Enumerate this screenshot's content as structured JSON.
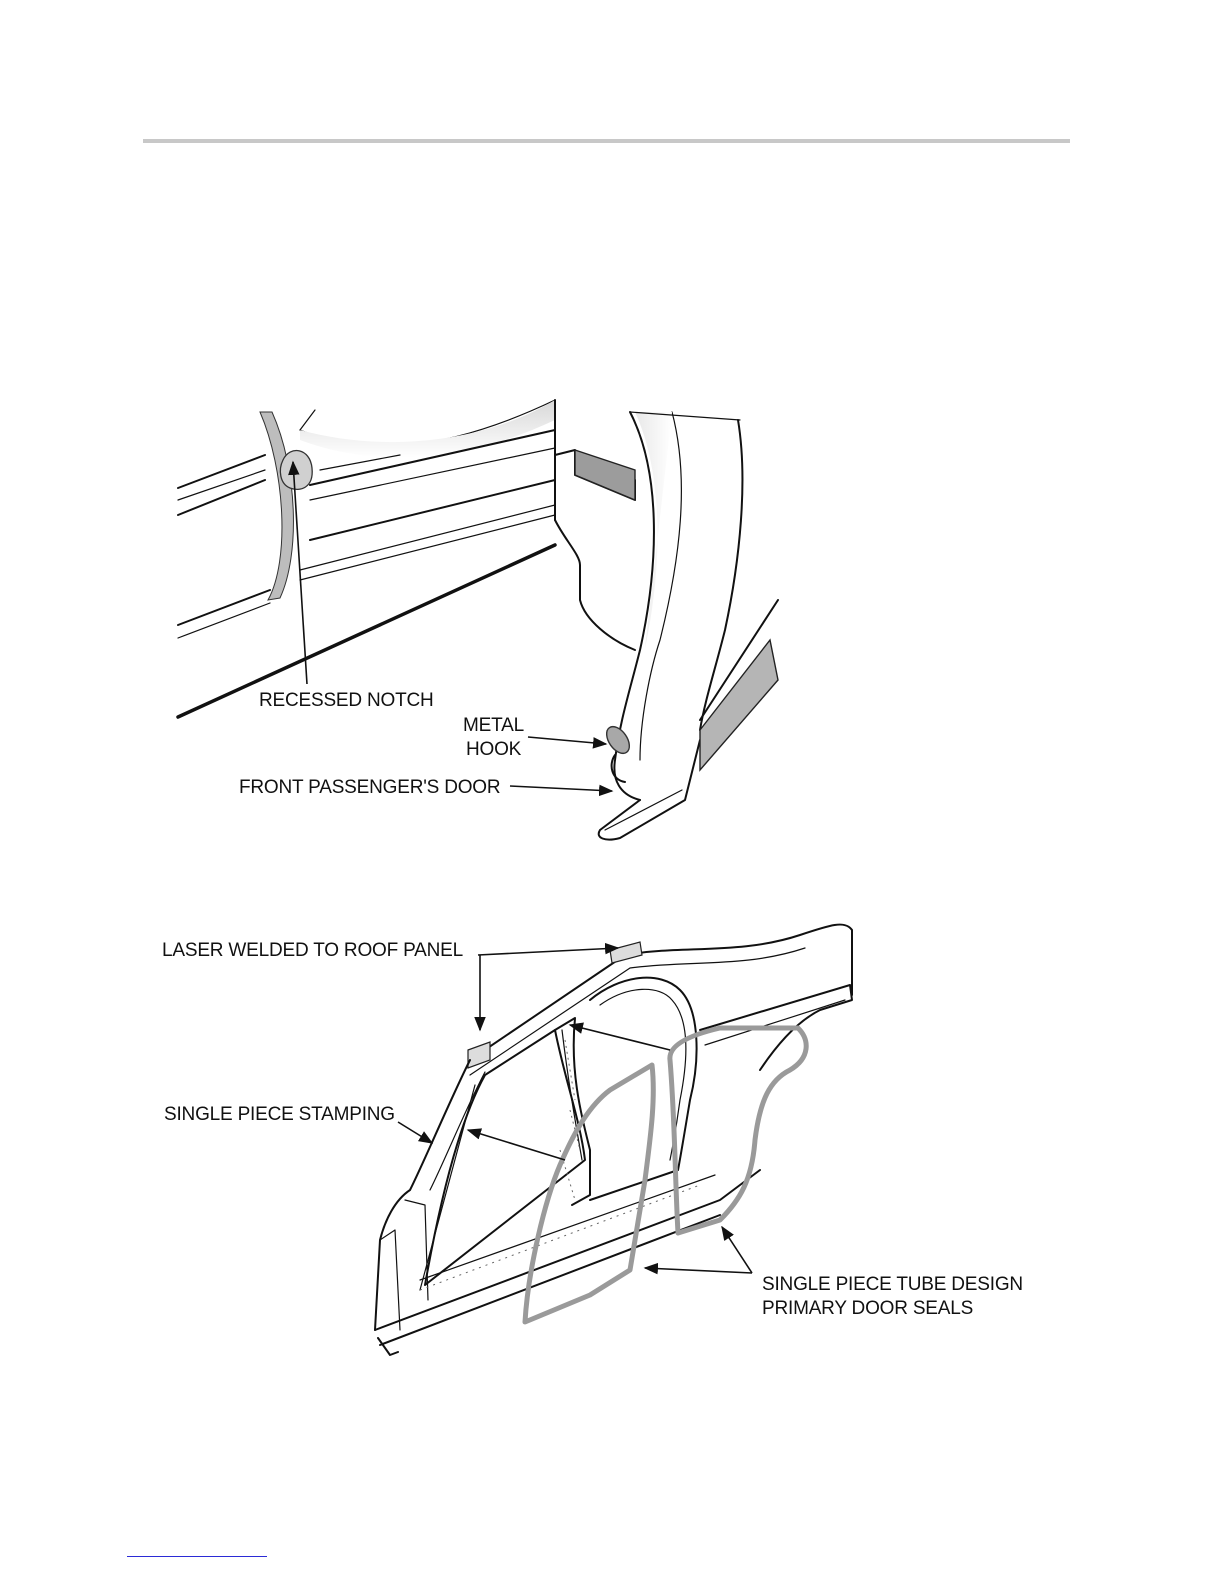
{
  "figure_top": {
    "labels": {
      "recessed_notch": "RECESSED NOTCH",
      "metal_hook_line1": "METAL",
      "metal_hook_line2": "HOOK",
      "front_passenger_door": "FRONT PASSENGER'S DOOR"
    }
  },
  "figure_bottom": {
    "labels": {
      "laser_welded": "LASER WELDED TO ROOF PANEL",
      "single_piece_stamping": "SINGLE PIECE STAMPING",
      "tube_design_line1": "SINGLE PIECE TUBE DESIGN",
      "tube_design_line2": "PRIMARY DOOR SEALS"
    }
  },
  "colors": {
    "rule": "#c8c8c8",
    "seal": "#9a9a9a",
    "ink": "#111111",
    "link_underline": "#2b2bd6"
  }
}
